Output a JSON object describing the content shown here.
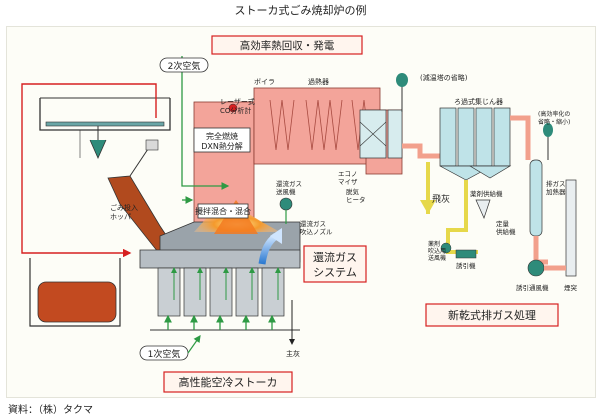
{
  "title": "ストーカ式ごみ焼却炉の例",
  "source": "資料：（株）タクマ",
  "labels": {
    "high_eff": "高効率熱回収・発電",
    "recirc_1": "還流ガス",
    "recirc_2": "システム",
    "gas_treat": "新乾式排ガス処理",
    "stoker": "高性能空冷ストーカ",
    "secondary_air": "2次空気",
    "primary_air": "1次空気",
    "boiler": "ボイラ",
    "superheater": "過熱器",
    "laser_1": "レーザー式",
    "laser_2": "CO分析計",
    "mix_1": "完全燃焼",
    "mix_2": "DXN熱分解",
    "stir": "攪拌混合・混合",
    "recirc_blower_1": "還流ガス",
    "recirc_blower_2": "送風機",
    "recirc_air_1": "還流ガス",
    "recirc_air_2": "吹込ノズル",
    "hopper_1": "ごみ投入",
    "hopper_2": "ホッパ",
    "eco_1": "エコノ",
    "eco_2": "マイザ",
    "heater_1": "脱気",
    "heater_2": "ヒータ",
    "temp_reduce": "(減温塔の省略)",
    "filter": "ろ過式集じん器",
    "stack_1": "(高効率化の",
    "stack_2": "省略・縮小)",
    "chimney_1": "排ガス",
    "chimney_2": "加熱器",
    "fly_ash": "飛灰",
    "additive": "薬剤供給機",
    "lime_1": "定量",
    "lime_2": "供給機",
    "chem_1": "薬剤",
    "chem_2": "吹込用",
    "chem_3": "送風機",
    "blower_sm": "誘引機",
    "induced_fan": "誘引通風機",
    "chimney": "煙突",
    "ash": "主灰"
  }
}
